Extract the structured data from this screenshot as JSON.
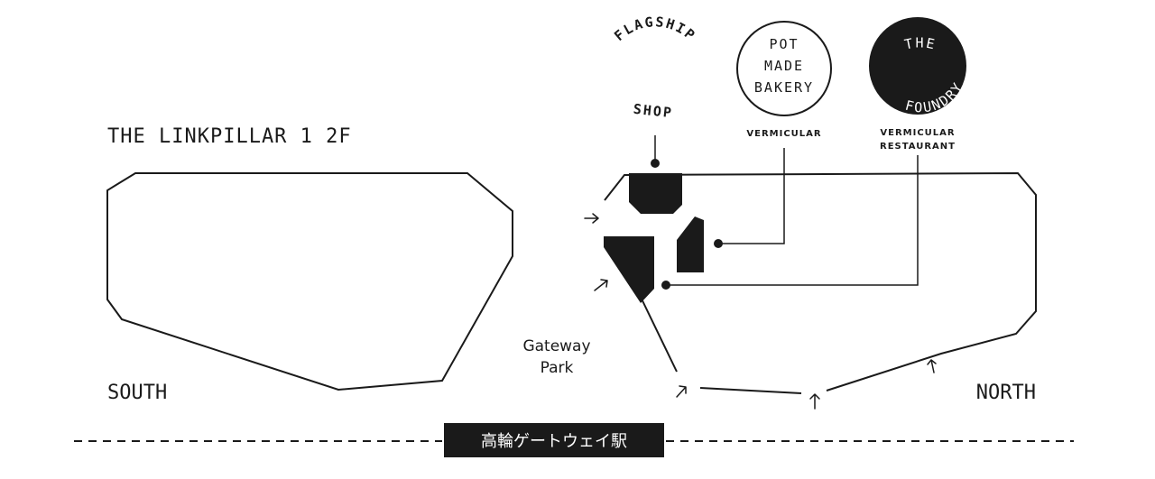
{
  "floor_title": "THE LINKPILLAR 1 2F",
  "directions": {
    "south": "SOUTH",
    "north": "NORTH"
  },
  "park": {
    "line1": "Gateway",
    "line2": "Park"
  },
  "flagship_shop": {
    "arc_text": "FLAGSHIP",
    "shop_text": "SHOP"
  },
  "pot_made_bakery": {
    "line1": "POT",
    "line2": "MADE",
    "line3": "BAKERY",
    "caption": "VERMICULAR"
  },
  "the_foundry": {
    "arc_top": "THE",
    "arc_bottom": "FOUNDRY",
    "caption_line1": "VERMICULAR",
    "caption_line2": "RESTAURANT"
  },
  "station": {
    "name": "高輪ゲートウェイ駅"
  },
  "colors": {
    "ink": "#1a1a1a",
    "background": "#ffffff",
    "station_text": "#ffffff"
  }
}
